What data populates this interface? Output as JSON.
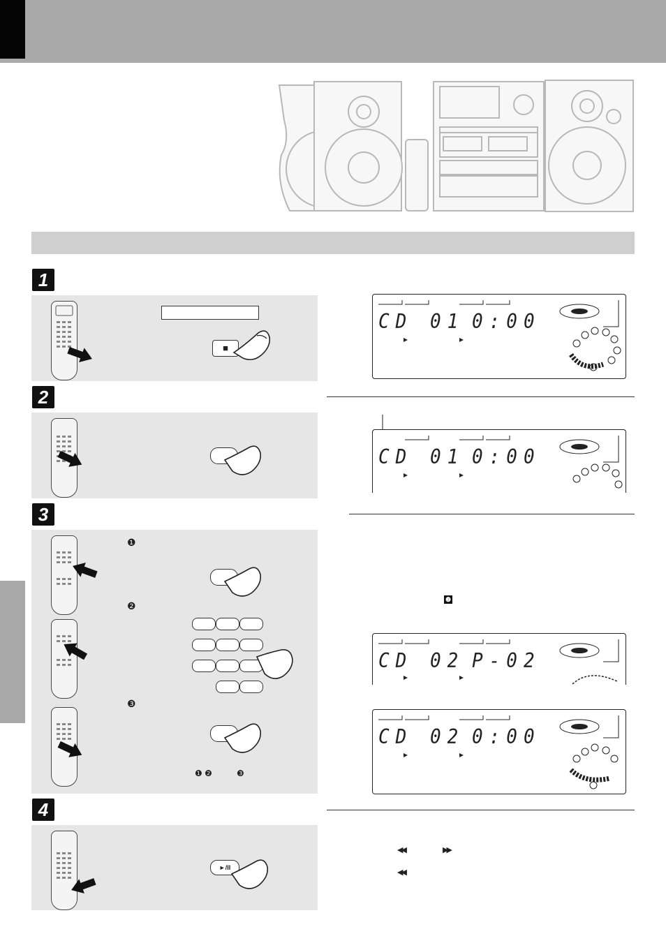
{
  "steps": [
    {
      "number": "1",
      "panel_button_symbol": "■"
    },
    {
      "number": "2"
    },
    {
      "number": "3",
      "substeps": [
        "❶",
        "❷",
        "❸"
      ],
      "sequence_note_a": "❶ ❷",
      "sequence_note_b": "❸"
    },
    {
      "number": "4",
      "panel_button_symbol": "►/II"
    }
  ],
  "displays": [
    {
      "readout_left": "CD 01",
      "readout_right": "0:00"
    },
    {
      "readout_left": "CD 01",
      "readout_right": "0:00"
    },
    {
      "readout_left": "CD 02",
      "readout_right": "P-02"
    },
    {
      "readout_left": "CD 02",
      "readout_right": "0:00"
    }
  ],
  "right_column": {
    "step_ref_badge": "❷",
    "skip_back_symbol": "◀◀",
    "skip_forward_symbol": "▶▶"
  },
  "colors": {
    "header_band": "#a9a9a9",
    "section_bar": "#cfcfcf",
    "panel": "#e6e6e6"
  }
}
